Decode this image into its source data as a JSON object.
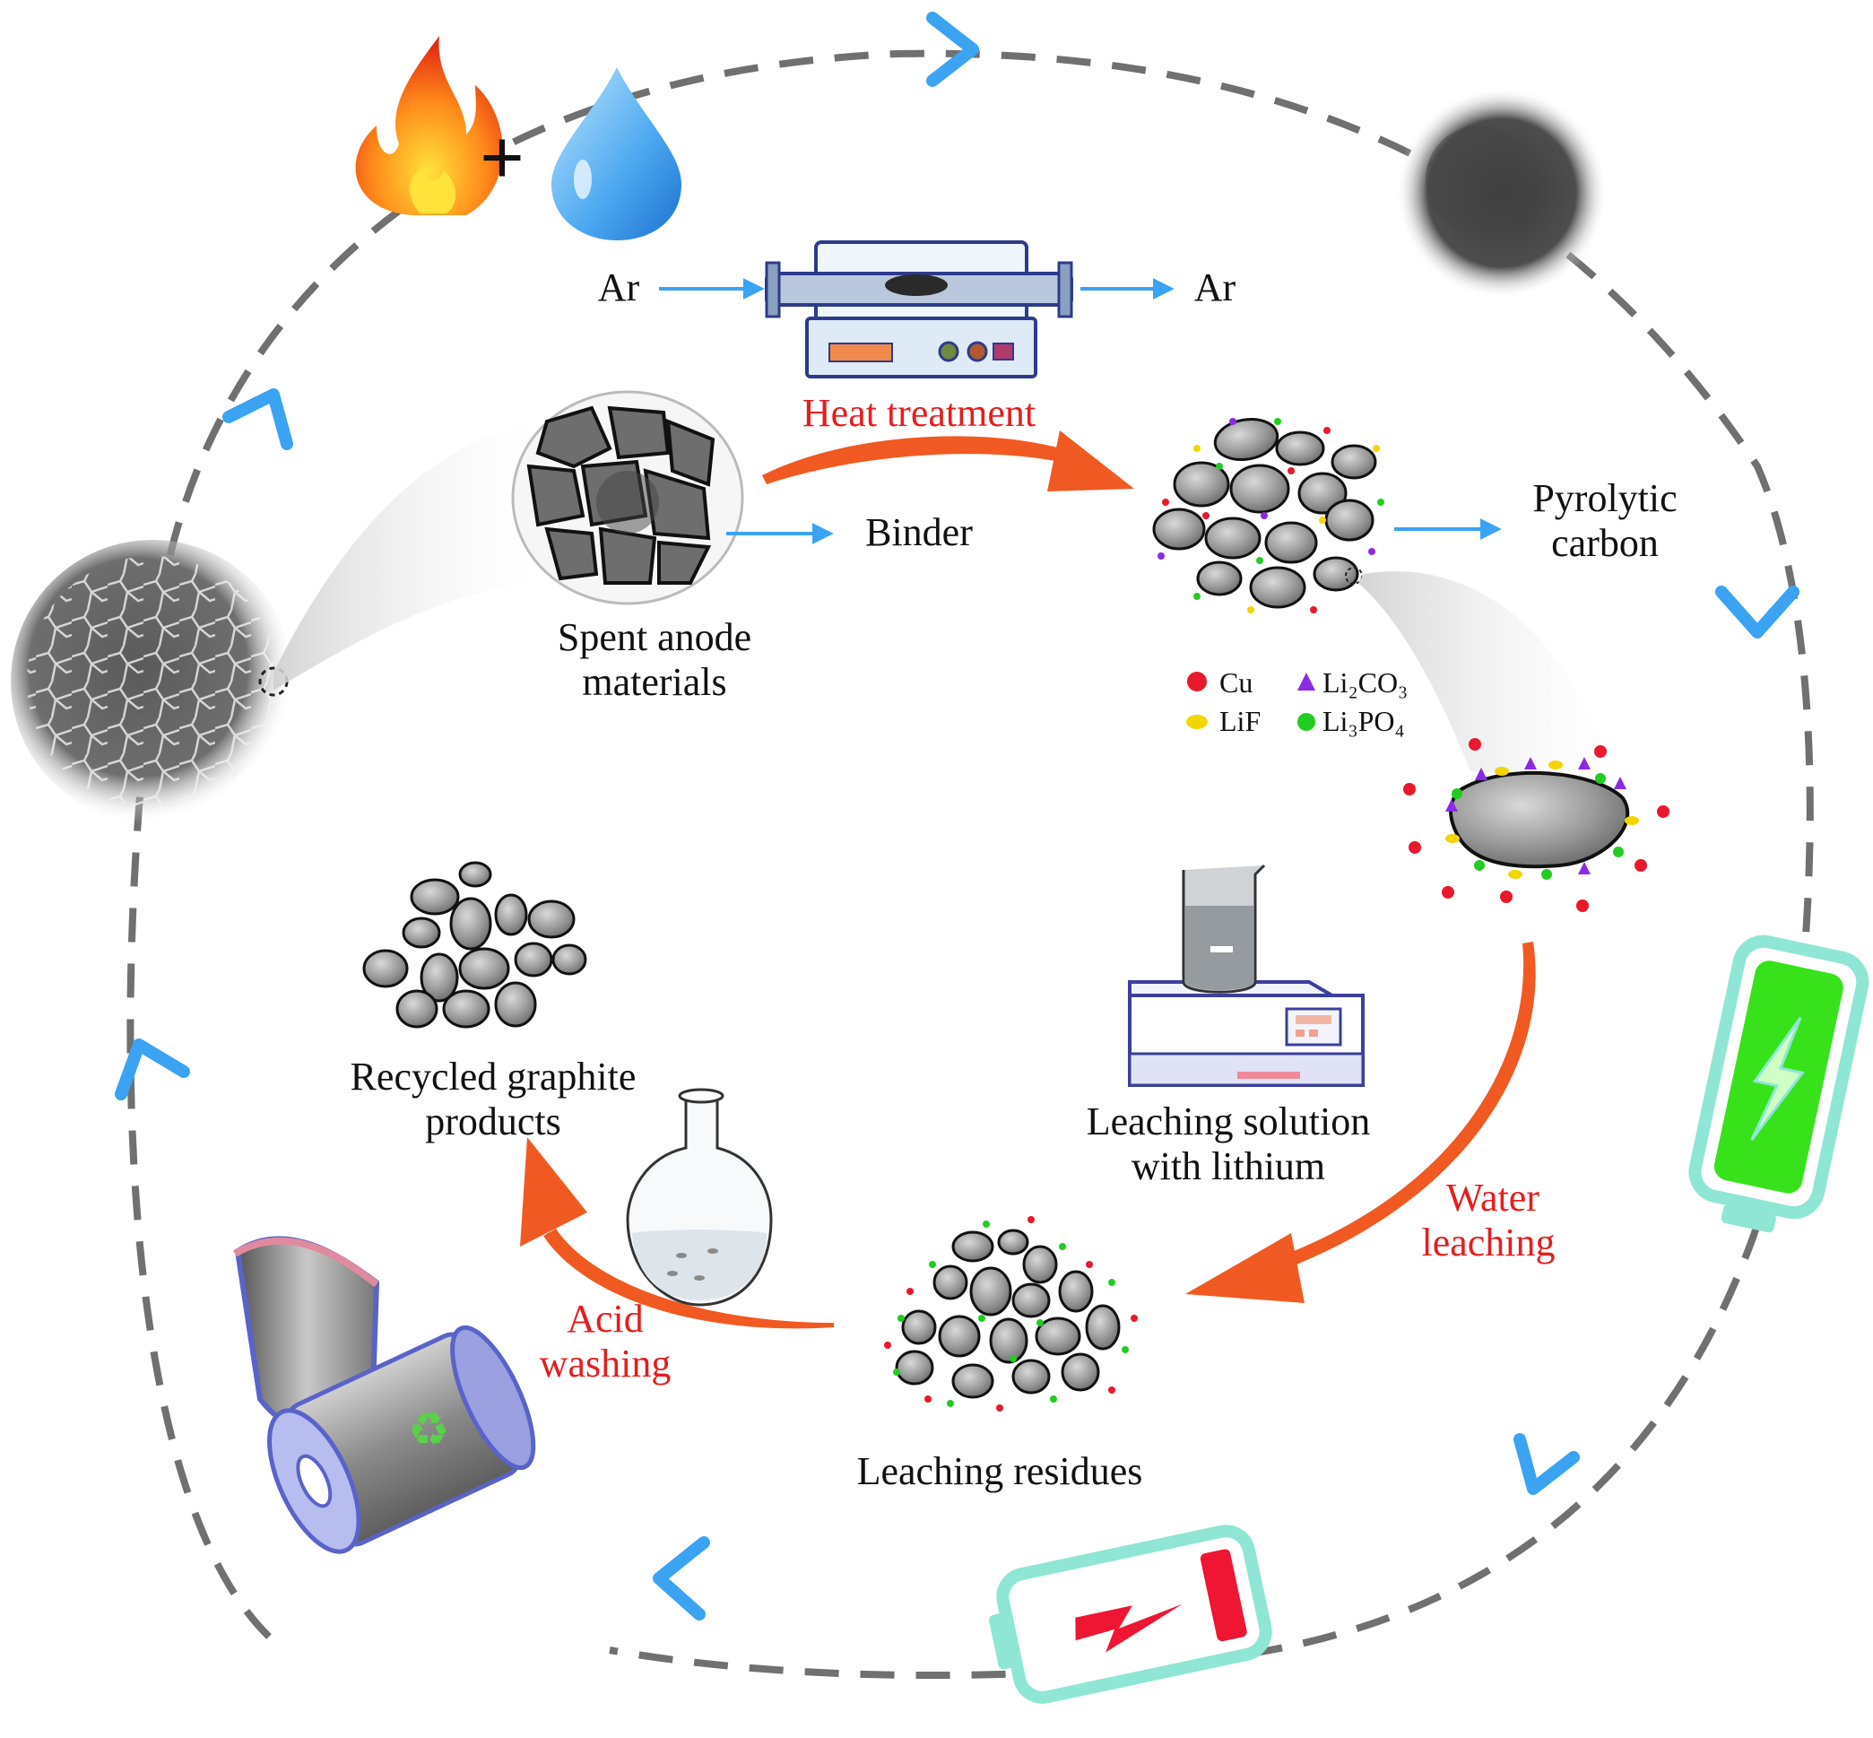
{
  "labels": {
    "ar_in": "Ar",
    "ar_out": "Ar",
    "plus": "+",
    "heat_treatment": "Heat treatment",
    "binder": "Binder",
    "pyrolytic_carbon": [
      "Pyrolytic",
      "carbon"
    ],
    "spent_anode": [
      "Spent anode",
      "materials"
    ],
    "recycled_graphite": [
      "Recycled graphite",
      "products"
    ],
    "leaching_solution": [
      "Leaching solution",
      "with lithium"
    ],
    "water_leaching": [
      "Water",
      "leaching"
    ],
    "acid_washing": [
      "Acid",
      "washing"
    ],
    "leaching_residues": "Leaching residues"
  },
  "legend": [
    {
      "label": "Cu",
      "color": "#e8192c",
      "icon": "cu-dot-icon"
    },
    {
      "label": "Li₂CO₃",
      "color": "#8a2be2",
      "icon": "li2co3-dot-icon"
    },
    {
      "label": "LiF",
      "color": "#f2d600",
      "icon": "lif-dot-icon"
    },
    {
      "label": "Li₃PO₄",
      "color": "#22cc22",
      "icon": "li3po4-dot-icon"
    }
  ],
  "colors": {
    "process_arrow": "#f05a22",
    "process_text": "#e51e1e",
    "flow_arrow": "#3ba3f2",
    "cycle_dash": "#707070",
    "graphite": "#8e8e8e",
    "battery_full": "#37e21b",
    "battery_frame": "#8fe6d4",
    "battery_low": "#ee1633"
  },
  "icons": [
    "fire-icon",
    "water-drop-icon",
    "tube-furnace-icon",
    "pyrolytic-carbon-powder-icon",
    "full-battery-icon",
    "low-battery-icon",
    "recycle-bin-icon",
    "round-bottom-flask-icon",
    "beaker-stirrer-icon",
    "spent-anode-sphere-icon"
  ]
}
